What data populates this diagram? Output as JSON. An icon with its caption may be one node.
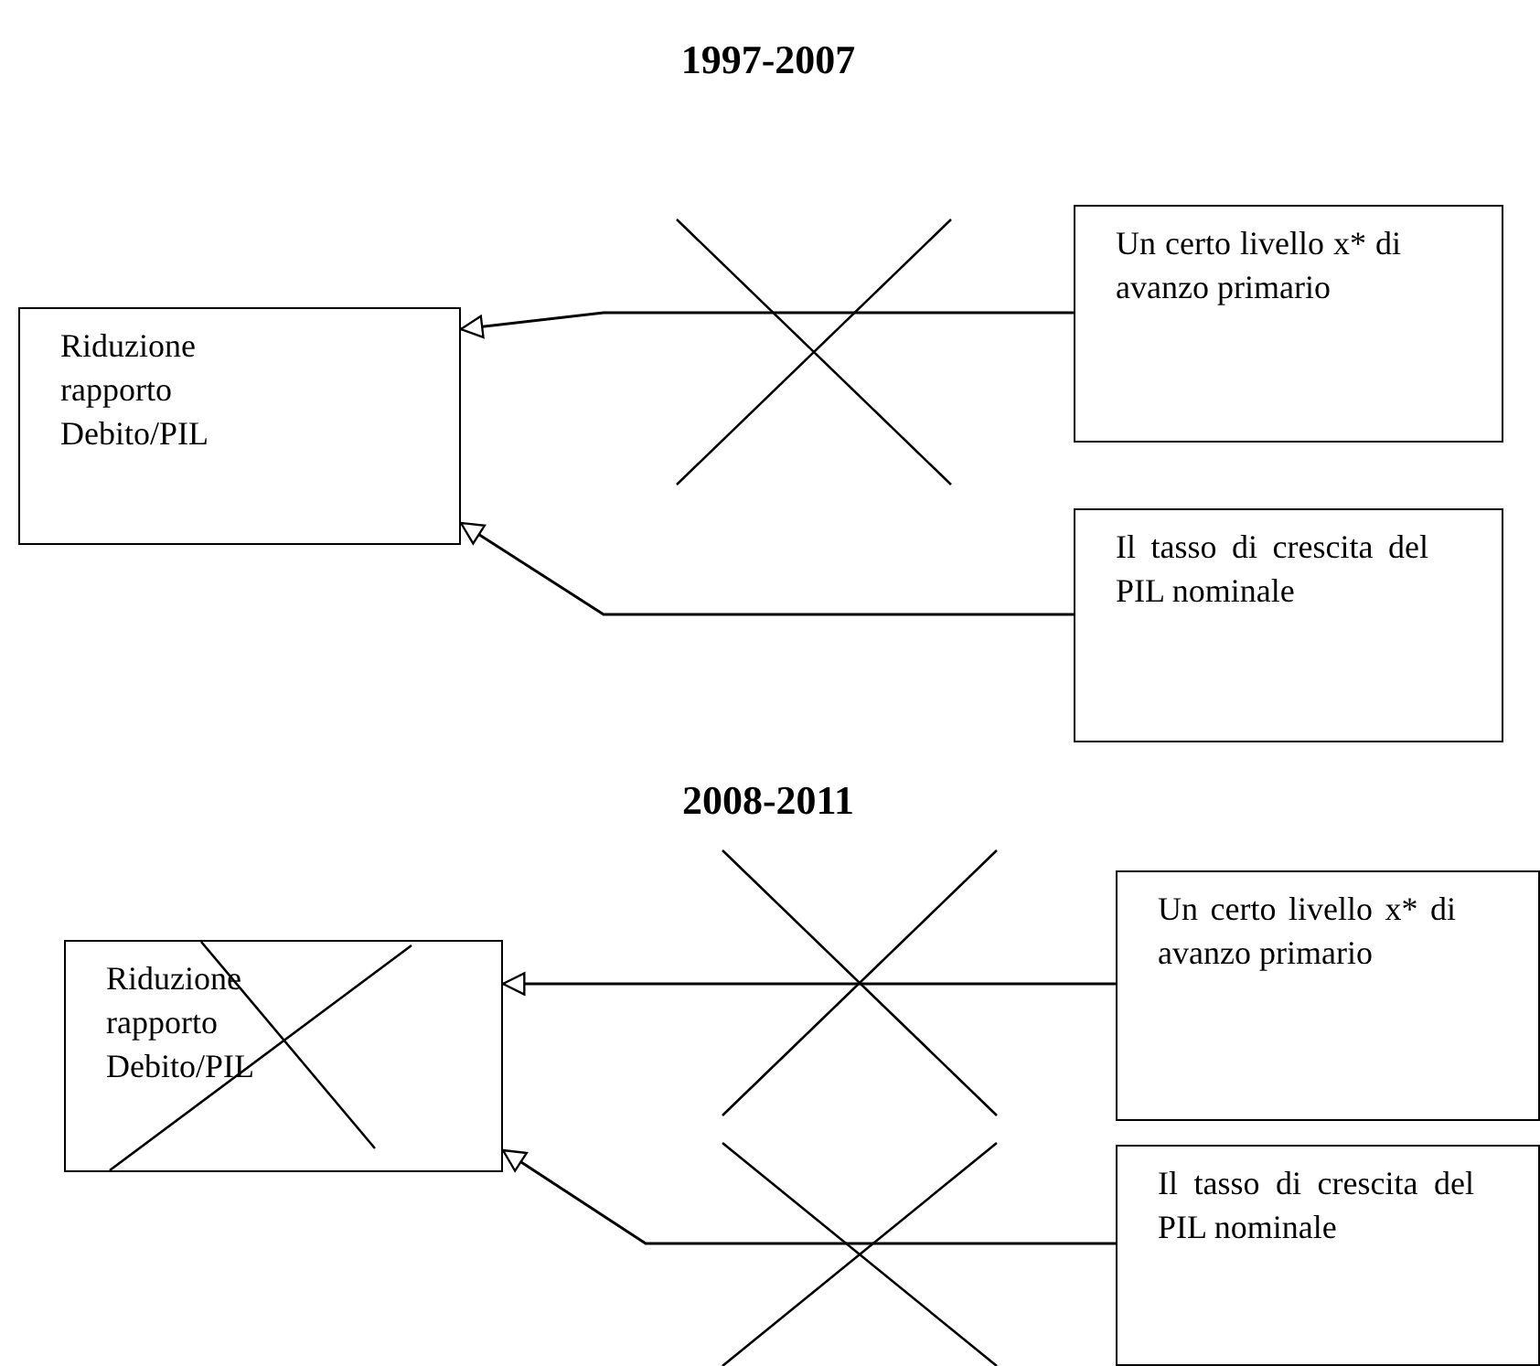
{
  "diagram": {
    "nodes": [
      {
        "text": [
          "Riduzione rapporto Debito/PIL"
        ]
      },
      {
        "text": [
          "Un certo livello x* di avanzo primario"
        ]
      },
      {
        "text": [
          "Il tasso di crescita del PIL nominale"
        ]
      },
      {
        "text": [
          "Riduzione rapporto Debito/PIL"
        ]
      },
      {
        "text": [
          "Un certo livello x* di avanzo primario"
        ]
      },
      {
        "text": [
          "Il tasso di crescita del PIL nominale"
        ]
      }
    ],
    "edges": [
      {
        "from": 1,
        "to": 0,
        "arrow": "to"
      },
      {
        "from": 2,
        "to": 0,
        "arrow": "to"
      },
      {
        "from": 4,
        "to": 3,
        "arrow": "to"
      },
      {
        "from": 5,
        "to": 3,
        "arrow": "to"
      }
    ],
    "labels": [
      "1997-2007",
      "2008-2011"
    ]
  }
}
